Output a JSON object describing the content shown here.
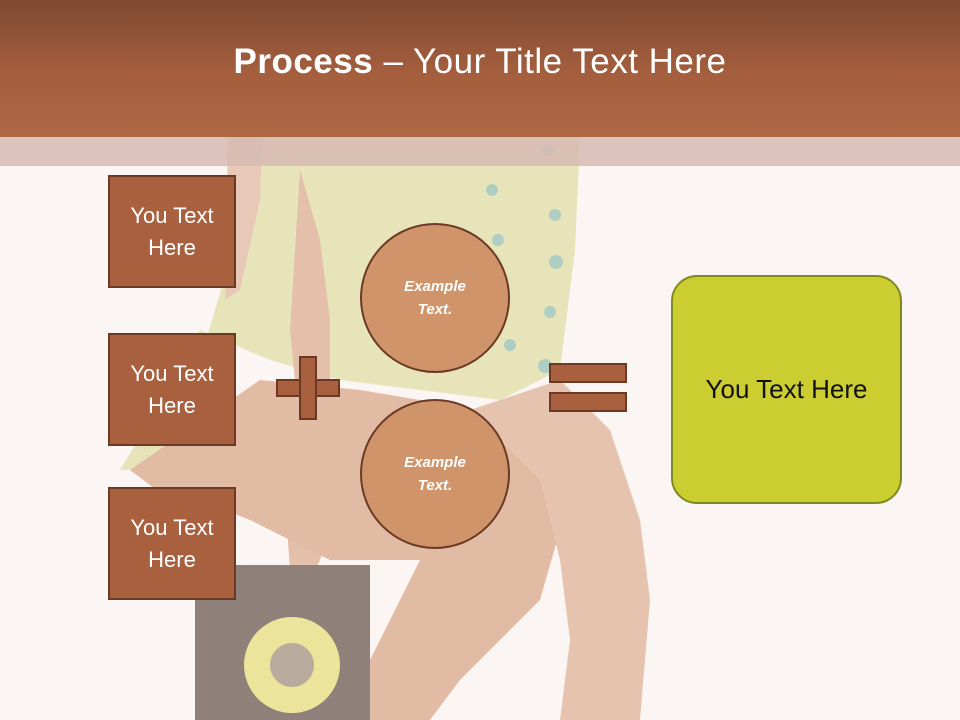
{
  "title": {
    "strong": "Process",
    "rest": " – Your Title Text Here"
  },
  "boxes": [
    {
      "label": "You Text\nHere"
    },
    {
      "label": "You Text\nHere"
    },
    {
      "label": "You Text\nHere"
    }
  ],
  "circles": [
    {
      "label": "Example\nText."
    },
    {
      "label": "Example\nText."
    }
  ],
  "result": {
    "label": "You Text Here"
  },
  "colors": {
    "title_bar": "#a55f3e",
    "box_fill": "#a8603f",
    "box_border": "#6b3a24",
    "circle_fill": "#cf946a",
    "result_fill": "#cbcd31"
  },
  "icons": {
    "operator_1": "plus-icon",
    "operator_2": "equals-icon"
  }
}
